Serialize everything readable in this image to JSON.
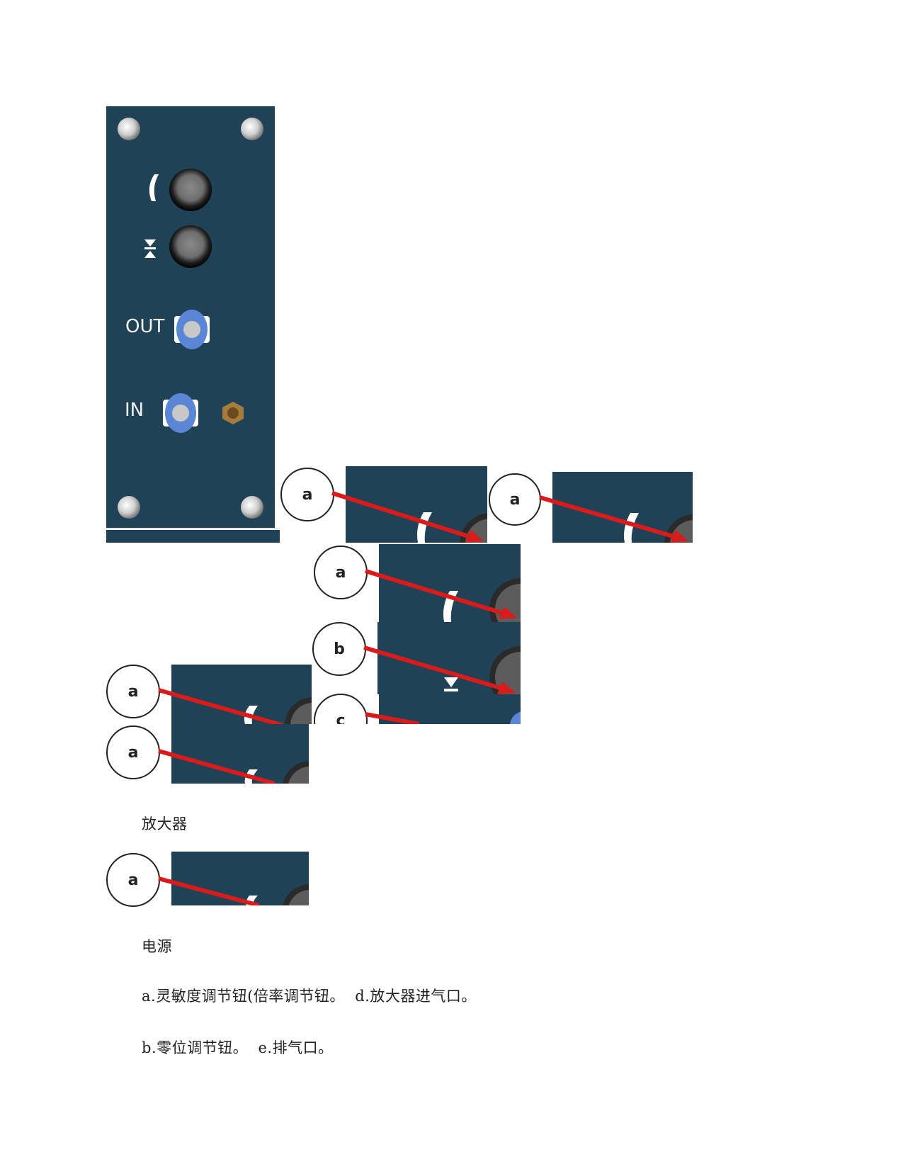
{
  "panel": {
    "out_label": "OUT",
    "in_label": "IN",
    "colors": {
      "panel": "#1f4257",
      "knob": "#7a7a7a",
      "port": "#5b86d6",
      "vent": "#a67c3c",
      "arrow": "#d81b1b"
    }
  },
  "callouts": {
    "a": "a",
    "b": "b",
    "c": "c"
  },
  "captions": {
    "amplifier": "放大器",
    "power": "电源"
  },
  "legend": {
    "line1": "a.灵敏度调节钮(倍率调节钮。  d.放大器进气口。",
    "line2": "b.零位调节钮。  e.排气口。"
  }
}
